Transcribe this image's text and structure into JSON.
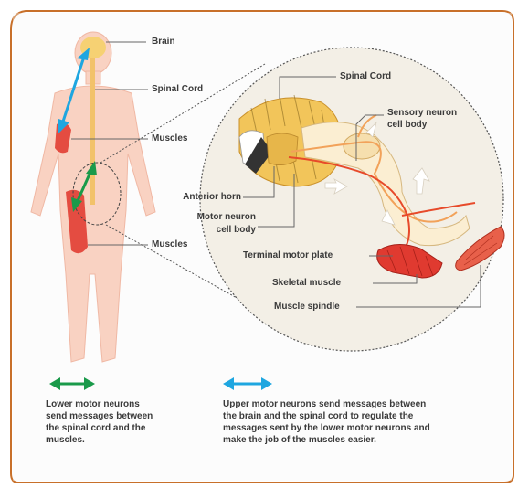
{
  "labels": {
    "brain": "Brain",
    "spinal_cord_body": "Spinal Cord",
    "muscles_upper": "Muscles",
    "muscles_lower": "Muscles",
    "spinal_cord_detail": "Spinal Cord",
    "sensory_neuron_line1": "Sensory neuron",
    "sensory_neuron_line2": "cell body",
    "anterior_horn": "Anterior horn",
    "motor_neuron_line1": "Motor neuron",
    "motor_neuron_line2": "cell body",
    "terminal_motor_plate": "Terminal motor plate",
    "skeletal_muscle": "Skeletal muscle",
    "muscle_spindle": "Muscle spindle"
  },
  "legend": {
    "lower": {
      "arrow_color": "#1a9a4a",
      "line1": "Lower motor neurons",
      "line2": "send messages between",
      "line3": "the spinal cord and the",
      "line4": "muscles."
    },
    "upper": {
      "arrow_color": "#1ea6e0",
      "line1": "Upper motor neurons send messages between",
      "line2": "the brain and the spinal cord to regulate the",
      "line3": "messages sent by the lower motor neurons and",
      "line4": "make the job of the muscles easier."
    }
  },
  "colors": {
    "frame": "#c8702a",
    "skin": "#f9d2c2",
    "muscle": "#e0352a",
    "cord": "#f2c26a",
    "detail_bg": "#f3efe6"
  }
}
